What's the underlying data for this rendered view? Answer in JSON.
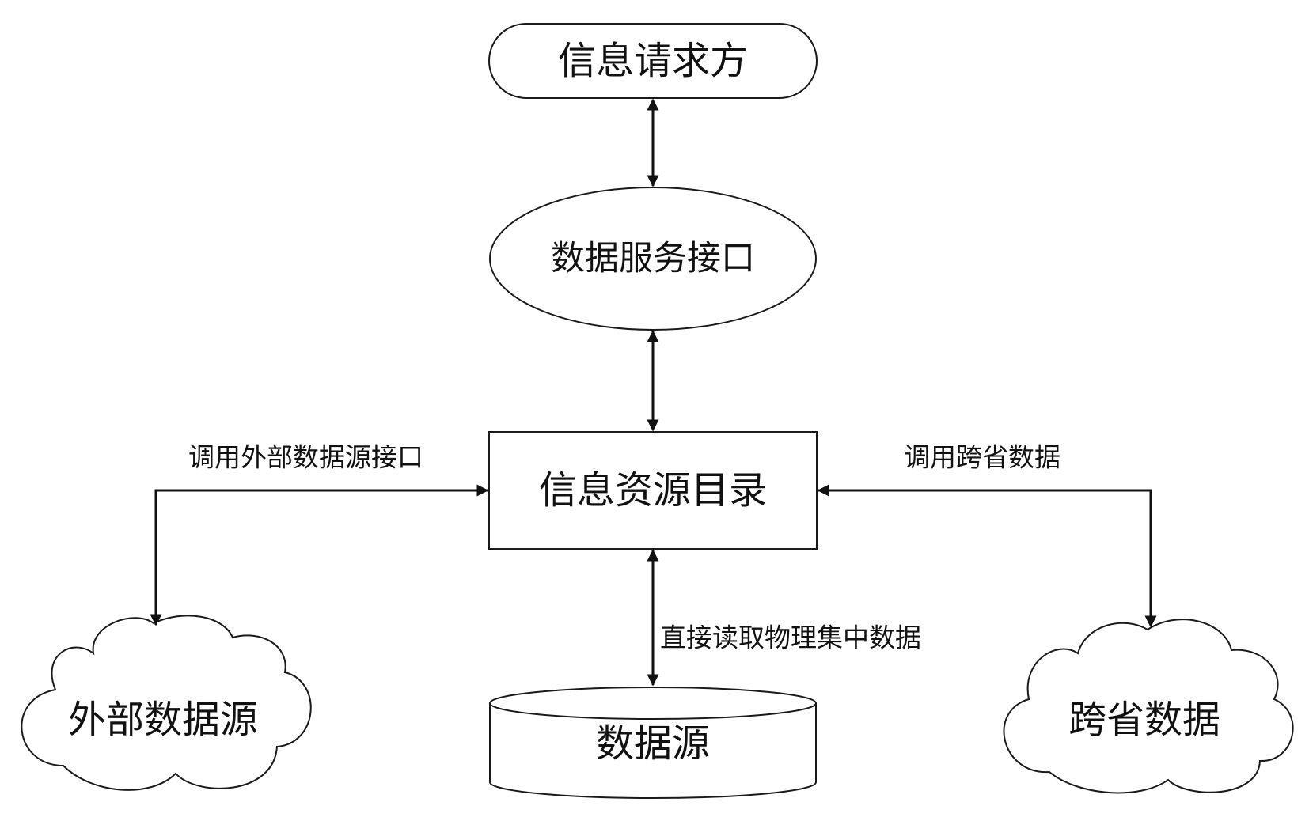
{
  "nodes": {
    "requester": "信息请求方",
    "service_interface": "数据服务接口",
    "catalog": "信息资源目录",
    "external_source": "外部数据源",
    "data_source": "数据源",
    "cross_province": "跨省数据"
  },
  "edges": {
    "external_label": "调用外部数据源接口",
    "cross_province_label": "调用跨省数据",
    "direct_read_label": "直接读取物理集中数据"
  },
  "colors": {
    "stroke": "#1a1a1a",
    "background": "#ffffff"
  }
}
